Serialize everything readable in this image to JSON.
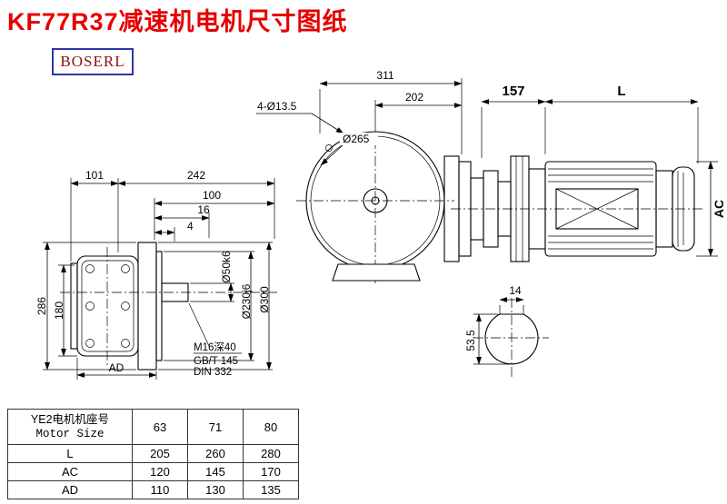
{
  "page": {
    "title": "KF77R37减速机电机尺寸图纸",
    "logo": "BOSERL"
  },
  "side_view": {
    "dim_101": "101",
    "dim_242": "242",
    "dim_100": "100",
    "dim_16": "16",
    "dim_4": "4",
    "dim_286": "286",
    "dim_180": "180",
    "dim_ad": "AD",
    "dia_shaft": "Ø50k6",
    "dia_spigot": "Ø230j6",
    "dia_flange": "Ø300",
    "note_thread": "M16深40",
    "note_gb": "GB/T 145",
    "note_din": "DIN 332"
  },
  "front_view": {
    "dim_311": "311",
    "dim_202": "202",
    "holes": "4-Ø13.5",
    "dia_flange": "Ø265"
  },
  "motor_view": {
    "dim_157": "157",
    "dim_l": "L",
    "dim_ac": "AC"
  },
  "shaft_section": {
    "dim_key_width": "14",
    "dim_key_height": "53.5"
  },
  "table": {
    "header": {
      "line1": "YE2电机机座号",
      "line2": "Motor Size"
    },
    "size_columns": [
      "63",
      "71",
      "80"
    ],
    "rows": [
      {
        "label": "L",
        "values": [
          "205",
          "260",
          "280"
        ]
      },
      {
        "label": "AC",
        "values": [
          "120",
          "145",
          "170"
        ]
      },
      {
        "label": "AD",
        "values": [
          "110",
          "130",
          "135"
        ]
      }
    ]
  }
}
